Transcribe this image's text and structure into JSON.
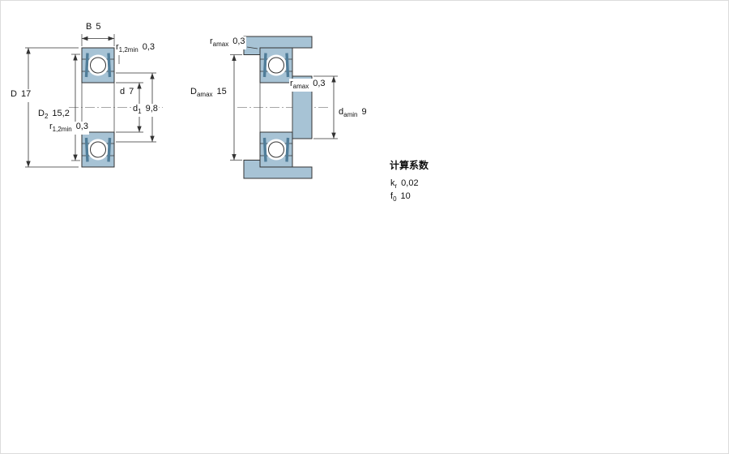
{
  "colors": {
    "section_fill": "#a7c3d5",
    "shield_fill": "#507d99",
    "line": "#333333"
  },
  "left_view": {
    "labels": {
      "B": {
        "sym": "B",
        "sub": "",
        "val": "5"
      },
      "r_top": {
        "sym": "r",
        "sub": "1,2min",
        "val": "0,3"
      },
      "D": {
        "sym": "D",
        "sub": "",
        "val": "17"
      },
      "d": {
        "sym": "d",
        "sub": "",
        "val": "7"
      },
      "d1": {
        "sym": "d",
        "sub": "1",
        "val": "9,8"
      },
      "D2": {
        "sym": "D",
        "sub": "2",
        "val": "15,2"
      },
      "r_bot": {
        "sym": "r",
        "sub": "1,2min",
        "val": "0,3"
      }
    }
  },
  "right_view": {
    "labels": {
      "ra_top": {
        "sym": "r",
        "sub": "amax",
        "val": "0,3"
      },
      "Da": {
        "sym": "D",
        "sub": "amax",
        "val": "15"
      },
      "ra_mid": {
        "sym": "r",
        "sub": "amax",
        "val": "0,3"
      },
      "da": {
        "sym": "d",
        "sub": "amin",
        "val": "9"
      }
    }
  },
  "factors": {
    "title": "计算系数",
    "rows": [
      {
        "sym": "k",
        "sub": "r",
        "val": "0,02"
      },
      {
        "sym": "f",
        "sub": "0",
        "val": "10"
      }
    ]
  }
}
